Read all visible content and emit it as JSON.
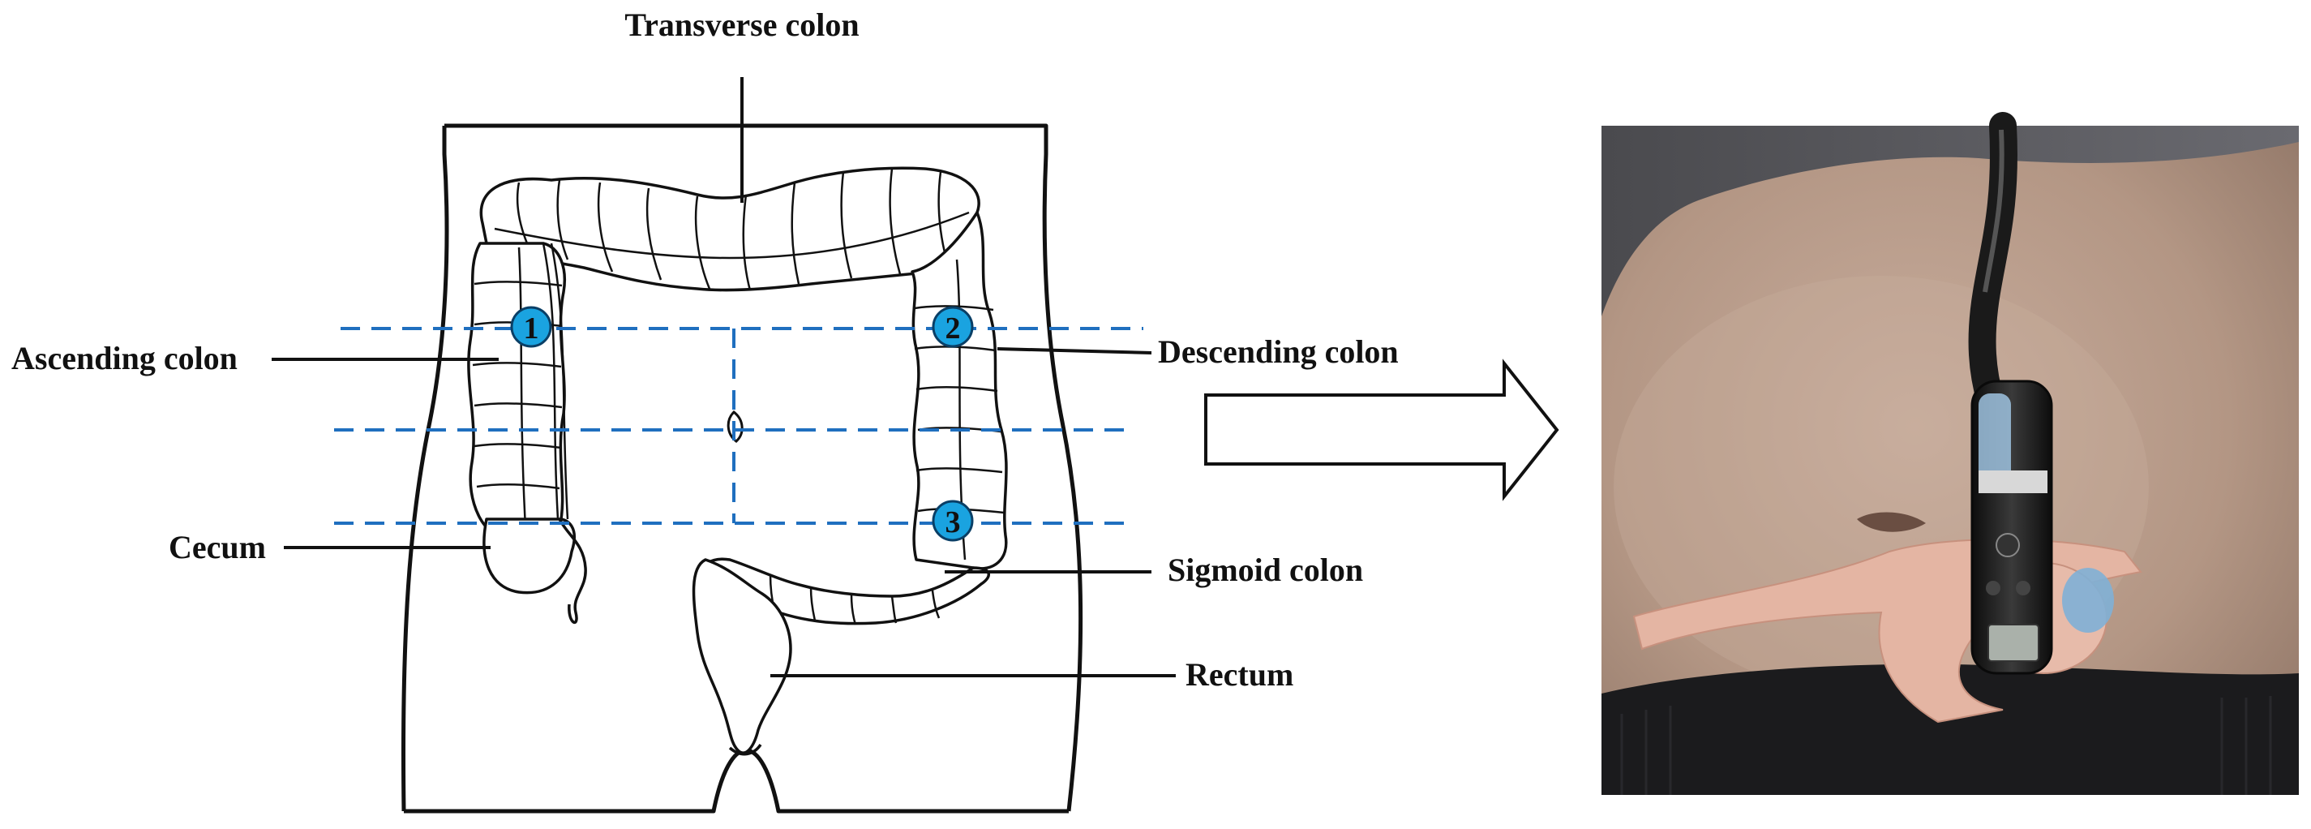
{
  "labels": {
    "transverse": "Transverse colon",
    "ascending": "Ascending colon",
    "descending": "Descending colon",
    "cecum": "Cecum",
    "sigmoid": "Sigmoid colon",
    "rectum": "Rectum"
  },
  "markers": [
    {
      "number": "1"
    },
    {
      "number": "2"
    },
    {
      "number": "3"
    }
  ],
  "colors": {
    "marker_fill": "#1aa3e0",
    "guide_line": "#1f6fbf",
    "outline": "#111111",
    "skin": "#b89c8c",
    "tape": "#e4b5a3",
    "device": "#1c1c1c"
  }
}
